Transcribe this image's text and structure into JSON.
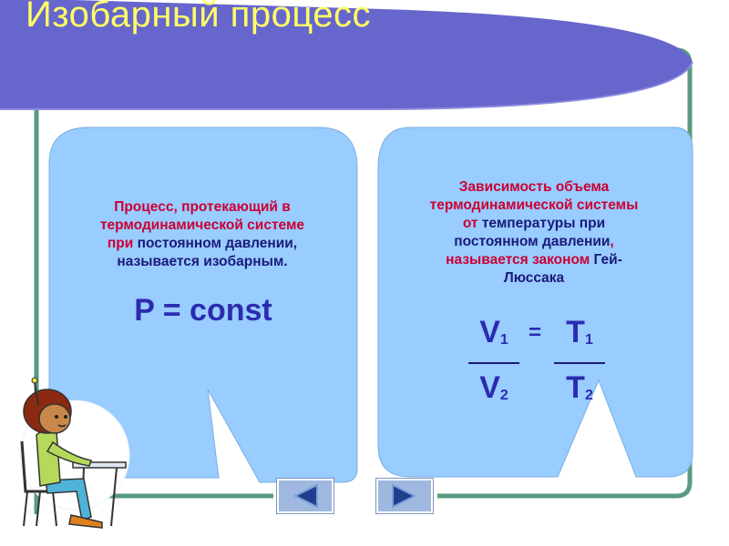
{
  "slide": {
    "title": "Изобарный процесс"
  },
  "left_bubble": {
    "line1": "Процесс, протекающий в",
    "line2": "термодинамической системе",
    "line3_part1": "при ",
    "line3_part2": "постоянном давлении,",
    "line4": "называется изобарным.",
    "formula": "P = const"
  },
  "right_bubble": {
    "line1": "Зависимость объема",
    "line2": "термодинамической системы",
    "line3_part1": "от ",
    "line3_part2": "температуры при",
    "line4": "постоянном давлении",
    "line4_comma": ",",
    "line5_part1": "называется законом ",
    "line5_part2": "Гей-",
    "line6": "Люссака",
    "formula": {
      "v_num": "V",
      "v_num_sub": "1",
      "v_den": "V",
      "v_den_sub": "2",
      "equals": "=",
      "t_num": "T",
      "t_num_sub": "1",
      "t_den": "T",
      "t_den_sub": "2"
    }
  },
  "colors": {
    "banner": "#6666cc",
    "bubble": "#99ccff",
    "frame": "#5a9a80",
    "title": "#ffff66",
    "text_red": "#cc0033",
    "text_blue": "#1a1a7a",
    "formula": "#2b2bb0"
  },
  "icons": {
    "prev": "triangle-left-icon",
    "next": "triangle-right-icon",
    "illustration": "student-at-desk-clipart"
  }
}
